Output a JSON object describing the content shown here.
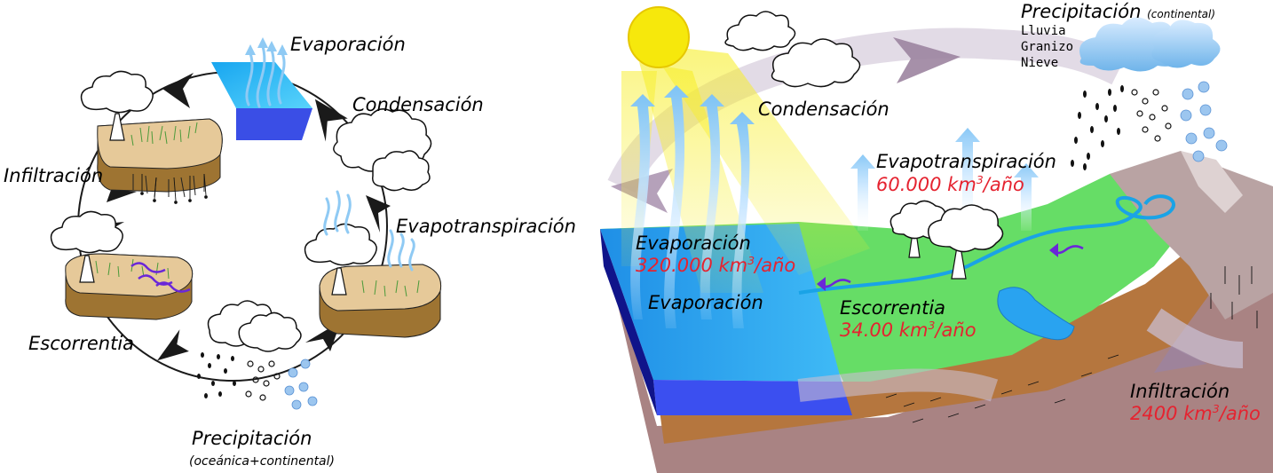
{
  "left_cycle": {
    "evaporation": "Evaporación",
    "condensation": "Condensación",
    "evapotranspiration": "Evapotranspiración",
    "precipitation": "Precipitación",
    "precipitation_note": "oceánica+continental",
    "runoff": "Escorrentia",
    "infiltration": "Infiltración"
  },
  "right_scene": {
    "precipitation_title": "Precipitación",
    "precipitation_note": "continental",
    "precip_types": [
      "Lluvia",
      "Granizo",
      "Nieve"
    ],
    "condensation": "Condensación",
    "evapotranspiration": "Evapotranspiración",
    "evapotranspiration_value": "60.000 km",
    "evapotranspiration_unit": "/año",
    "evaporation_ocean": "Evaporación",
    "evaporation_value": "320.000 km",
    "evaporation_unit": "/año",
    "evaporation_ocean_2": "Evaporación",
    "runoff": "Escorrentia",
    "runoff_value": "34.00 km",
    "runoff_unit": "/año",
    "infiltration": "Infiltración",
    "infiltration_value": "2400 km",
    "infiltration_unit": "/año",
    "exponent": "3"
  },
  "colors": {
    "value_red": "#e52330",
    "ocean": "#29a3f0",
    "ocean_deep": "#3b4ff0",
    "grass": "#66dd66",
    "soil": "#b5763e",
    "sun": "#f6e80c"
  }
}
